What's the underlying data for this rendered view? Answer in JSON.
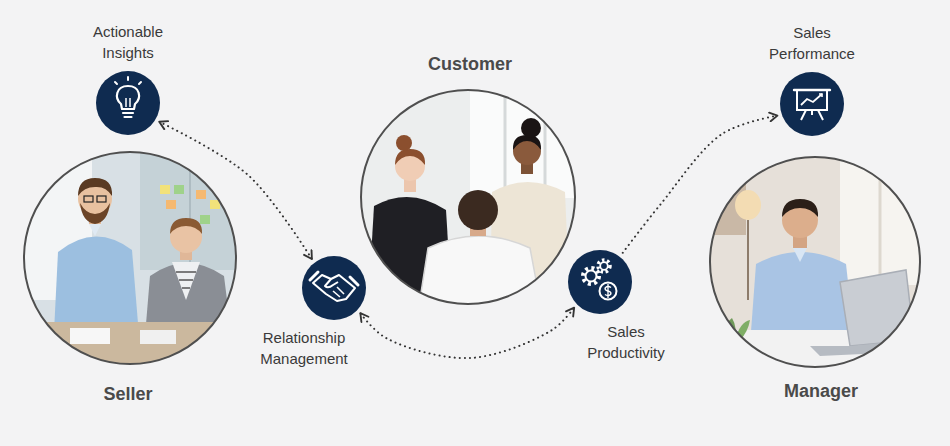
{
  "diagram": {
    "nodes": [
      {
        "text": [
          "Actionable Insights"
        ]
      },
      {
        "text": [
          "Customer"
        ]
      },
      {
        "text": [
          "Sales Performance"
        ]
      },
      {
        "text": [
          "Seller"
        ]
      },
      {
        "text": [
          "Relationship Management"
        ]
      },
      {
        "text": [
          "Sales Productivity"
        ]
      },
      {
        "text": [
          "Manager"
        ]
      }
    ],
    "edges": [
      {
        "from": 4,
        "to": 0,
        "arrow": "both"
      },
      {
        "from": 4,
        "to": 5,
        "arrow": "both"
      },
      {
        "from": 5,
        "to": 2,
        "arrow": "to"
      }
    ]
  }
}
